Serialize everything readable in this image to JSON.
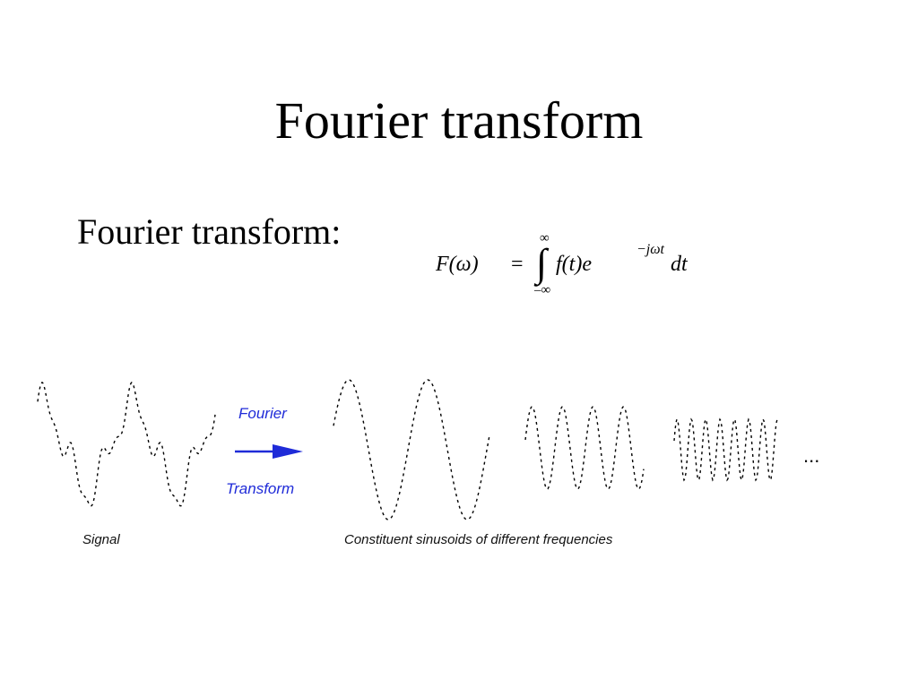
{
  "slide": {
    "title": "Fourier transform",
    "label": "Fourier transform:"
  },
  "formula": {
    "lhs": "F(ω)",
    "equals": "=",
    "integral": "∫",
    "upper_limit": "∞",
    "lower_limit": "–∞",
    "integrand": "f(t)e",
    "exponent": "−jωt",
    "differential": "dt"
  },
  "figure": {
    "arrow_top_label": "Fourier",
    "arrow_bottom_label": "Transform",
    "signal_caption": "Signal",
    "sinusoids_caption": "Constituent sinusoids of different frequencies",
    "ellipsis": "...",
    "arrow_color": "#1f2bd8"
  }
}
